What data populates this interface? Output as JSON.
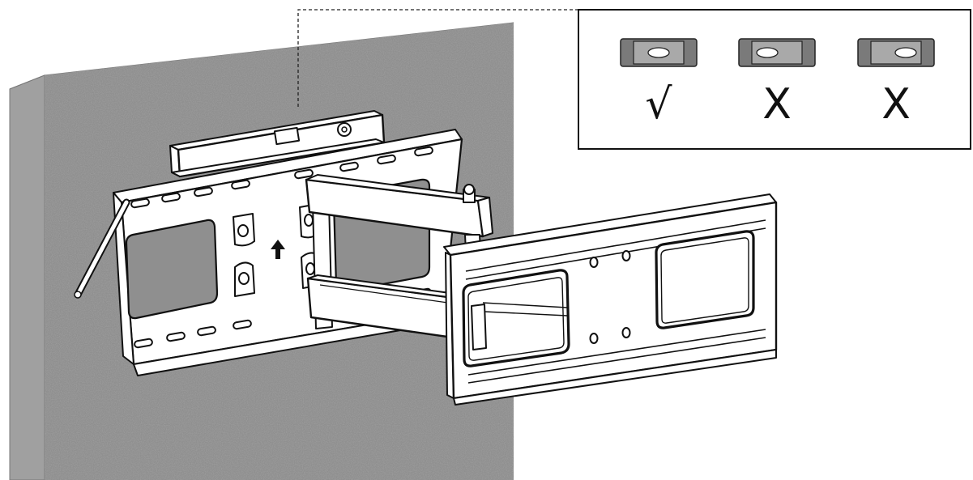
{
  "figure": {
    "kind": "tv wall mount installation diagram",
    "inset": {
      "levels": [
        {
          "bubble": "centered",
          "mark": "√",
          "verdict": "correct"
        },
        {
          "bubble": "left",
          "mark": "X",
          "verdict": "incorrect"
        },
        {
          "bubble": "right",
          "mark": "X",
          "verdict": "incorrect"
        }
      ]
    },
    "colors": {
      "wall_face": "#8f8f8f",
      "wall_side": "#9d9d9d",
      "wall_top": "#bdbdbd",
      "line": "#111111",
      "metal": "#ffffff",
      "level_body": "#7a7a7a"
    },
    "icons": [
      "up-arrow-icon",
      "level-tool-icon",
      "allen-key-icon"
    ]
  }
}
